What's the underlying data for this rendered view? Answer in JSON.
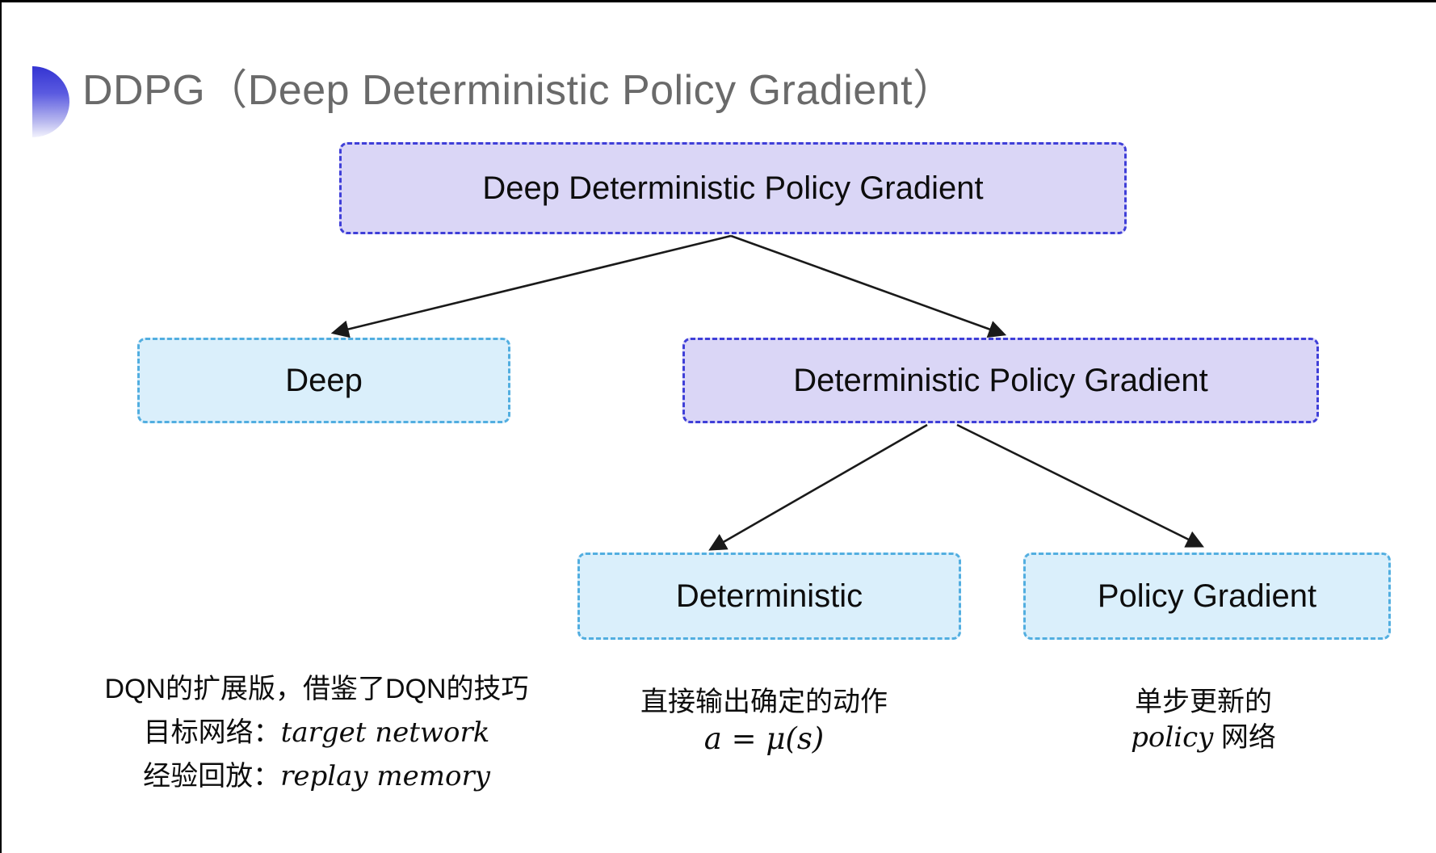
{
  "slide": {
    "title": "DDPG（Deep Deterministic Policy Gradient）"
  },
  "colors": {
    "title_text": "#6a6a6a",
    "box_text": "#0d0d0d",
    "purple_fill": "#dad6f6",
    "purple_border": "#3f3fd8",
    "cyan_fill": "#daeffb",
    "cyan_border": "#52aee0",
    "arrow": "#1a1a1a",
    "bullet_top": "#3434d2",
    "bullet_bottom": "#f2f2fd"
  },
  "nodes": [
    {
      "id": "ddpg",
      "label": "Deep Deterministic Policy Gradient"
    },
    {
      "id": "deep",
      "label": "Deep"
    },
    {
      "id": "dpg",
      "label": "Deterministic Policy Gradient"
    },
    {
      "id": "deterministic",
      "label": "Deterministic"
    },
    {
      "id": "policy_gradient",
      "label": "Policy Gradient"
    }
  ],
  "annotations": {
    "deep": {
      "line1": "DQN的扩展版，借鉴了DQN的技巧",
      "line2_label": "目标网络：",
      "line2_term": "target network",
      "line3_label": "经验回放：",
      "line3_term": "replay memory"
    },
    "deterministic": {
      "line1": "直接输出确定的动作",
      "formula": "a = μ(s)"
    },
    "policy_gradient": {
      "line1": "单步更新的",
      "term": "policy",
      "suffix": " 网络"
    }
  }
}
